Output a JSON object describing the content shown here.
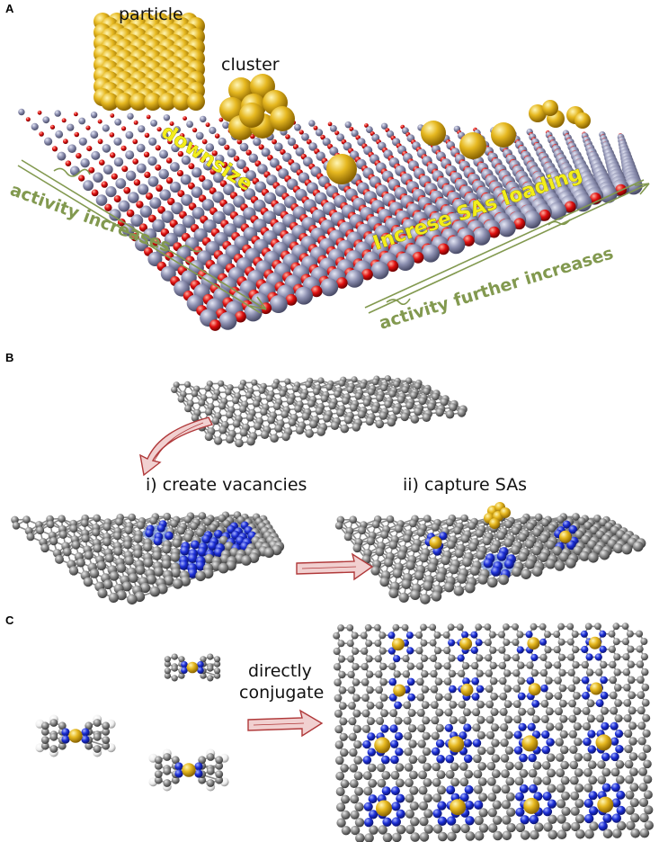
{
  "panels": {
    "a": "A",
    "b": "B",
    "c": "C"
  },
  "panel_a": {
    "particle": "particle",
    "cluster": "cluster",
    "downsize": "downsize",
    "increase_loading": "Increse SAs loading",
    "activity_increases": "activity increases",
    "activity_further": "activity further increases"
  },
  "panel_b": {
    "step1": "i) create vacancies",
    "step2": "ii) capture SAs"
  },
  "panel_c": {
    "line1": "directly",
    "line2": "conjugate"
  },
  "colors": {
    "metal": "#e6b820",
    "oxide_metal": "#8c8fb0",
    "oxygen": "#e01010",
    "carbon": "#8a8a8a",
    "nitrogen": "#1c2fd6",
    "hydrogen": "#f2f2f2",
    "vacancy": "#7f9de0",
    "arrow": "#b0393a",
    "green_text": "#82994f"
  }
}
